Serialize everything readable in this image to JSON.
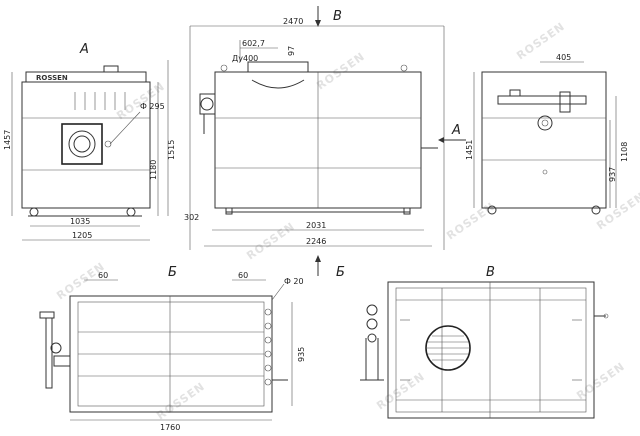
{
  "view_labels": {
    "front": "А",
    "side": "В",
    "side_marker": "В",
    "right_arrow": "А",
    "plan": "Б",
    "plan_marker": "Б",
    "bottom_right": "В"
  },
  "brand": "ROSSEN",
  "watermark": "ROSSEN",
  "dims": {
    "front_height": "1457",
    "front_width_inner": "1035",
    "front_width_outer": "1205",
    "front_hole": "Ф 295",
    "front_h1": "1515",
    "front_h2": "1180",
    "side_total_width": "2470",
    "side_602": "602,7",
    "side_du": "Ду400",
    "side_97": "97",
    "side_302": "302",
    "side_2031": "2031",
    "side_2246": "2246",
    "right_405": "405",
    "right_1451": "1451",
    "right_1108": "1108",
    "right_937": "937",
    "plan_60a": "60",
    "plan_60b": "60",
    "plan_f20": "Ф 20",
    "plan_935": "935",
    "plan_1760": "1760"
  }
}
